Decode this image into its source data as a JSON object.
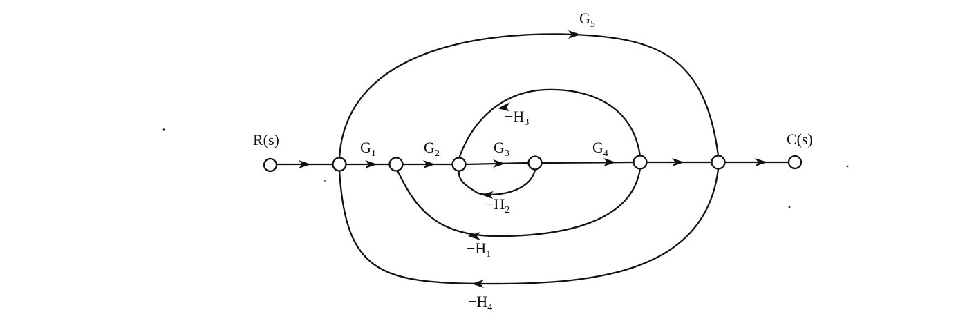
{
  "diagram": {
    "input": "R(s)",
    "output": "C(s)",
    "gains": [
      {
        "id": "g1",
        "base": "G",
        "sub": "1"
      },
      {
        "id": "g2",
        "base": "G",
        "sub": "2"
      },
      {
        "id": "g3",
        "base": "G",
        "sub": "3"
      },
      {
        "id": "g4",
        "base": "G",
        "sub": "4"
      },
      {
        "id": "g5",
        "base": "G",
        "sub": "5"
      },
      {
        "id": "h1",
        "base": "−H",
        "sub": "1"
      },
      {
        "id": "h2",
        "base": "−H",
        "sub": "2"
      },
      {
        "id": "h3",
        "base": "−H",
        "sub": "3"
      },
      {
        "id": "h4",
        "base": "−H",
        "sub": "4"
      }
    ]
  }
}
